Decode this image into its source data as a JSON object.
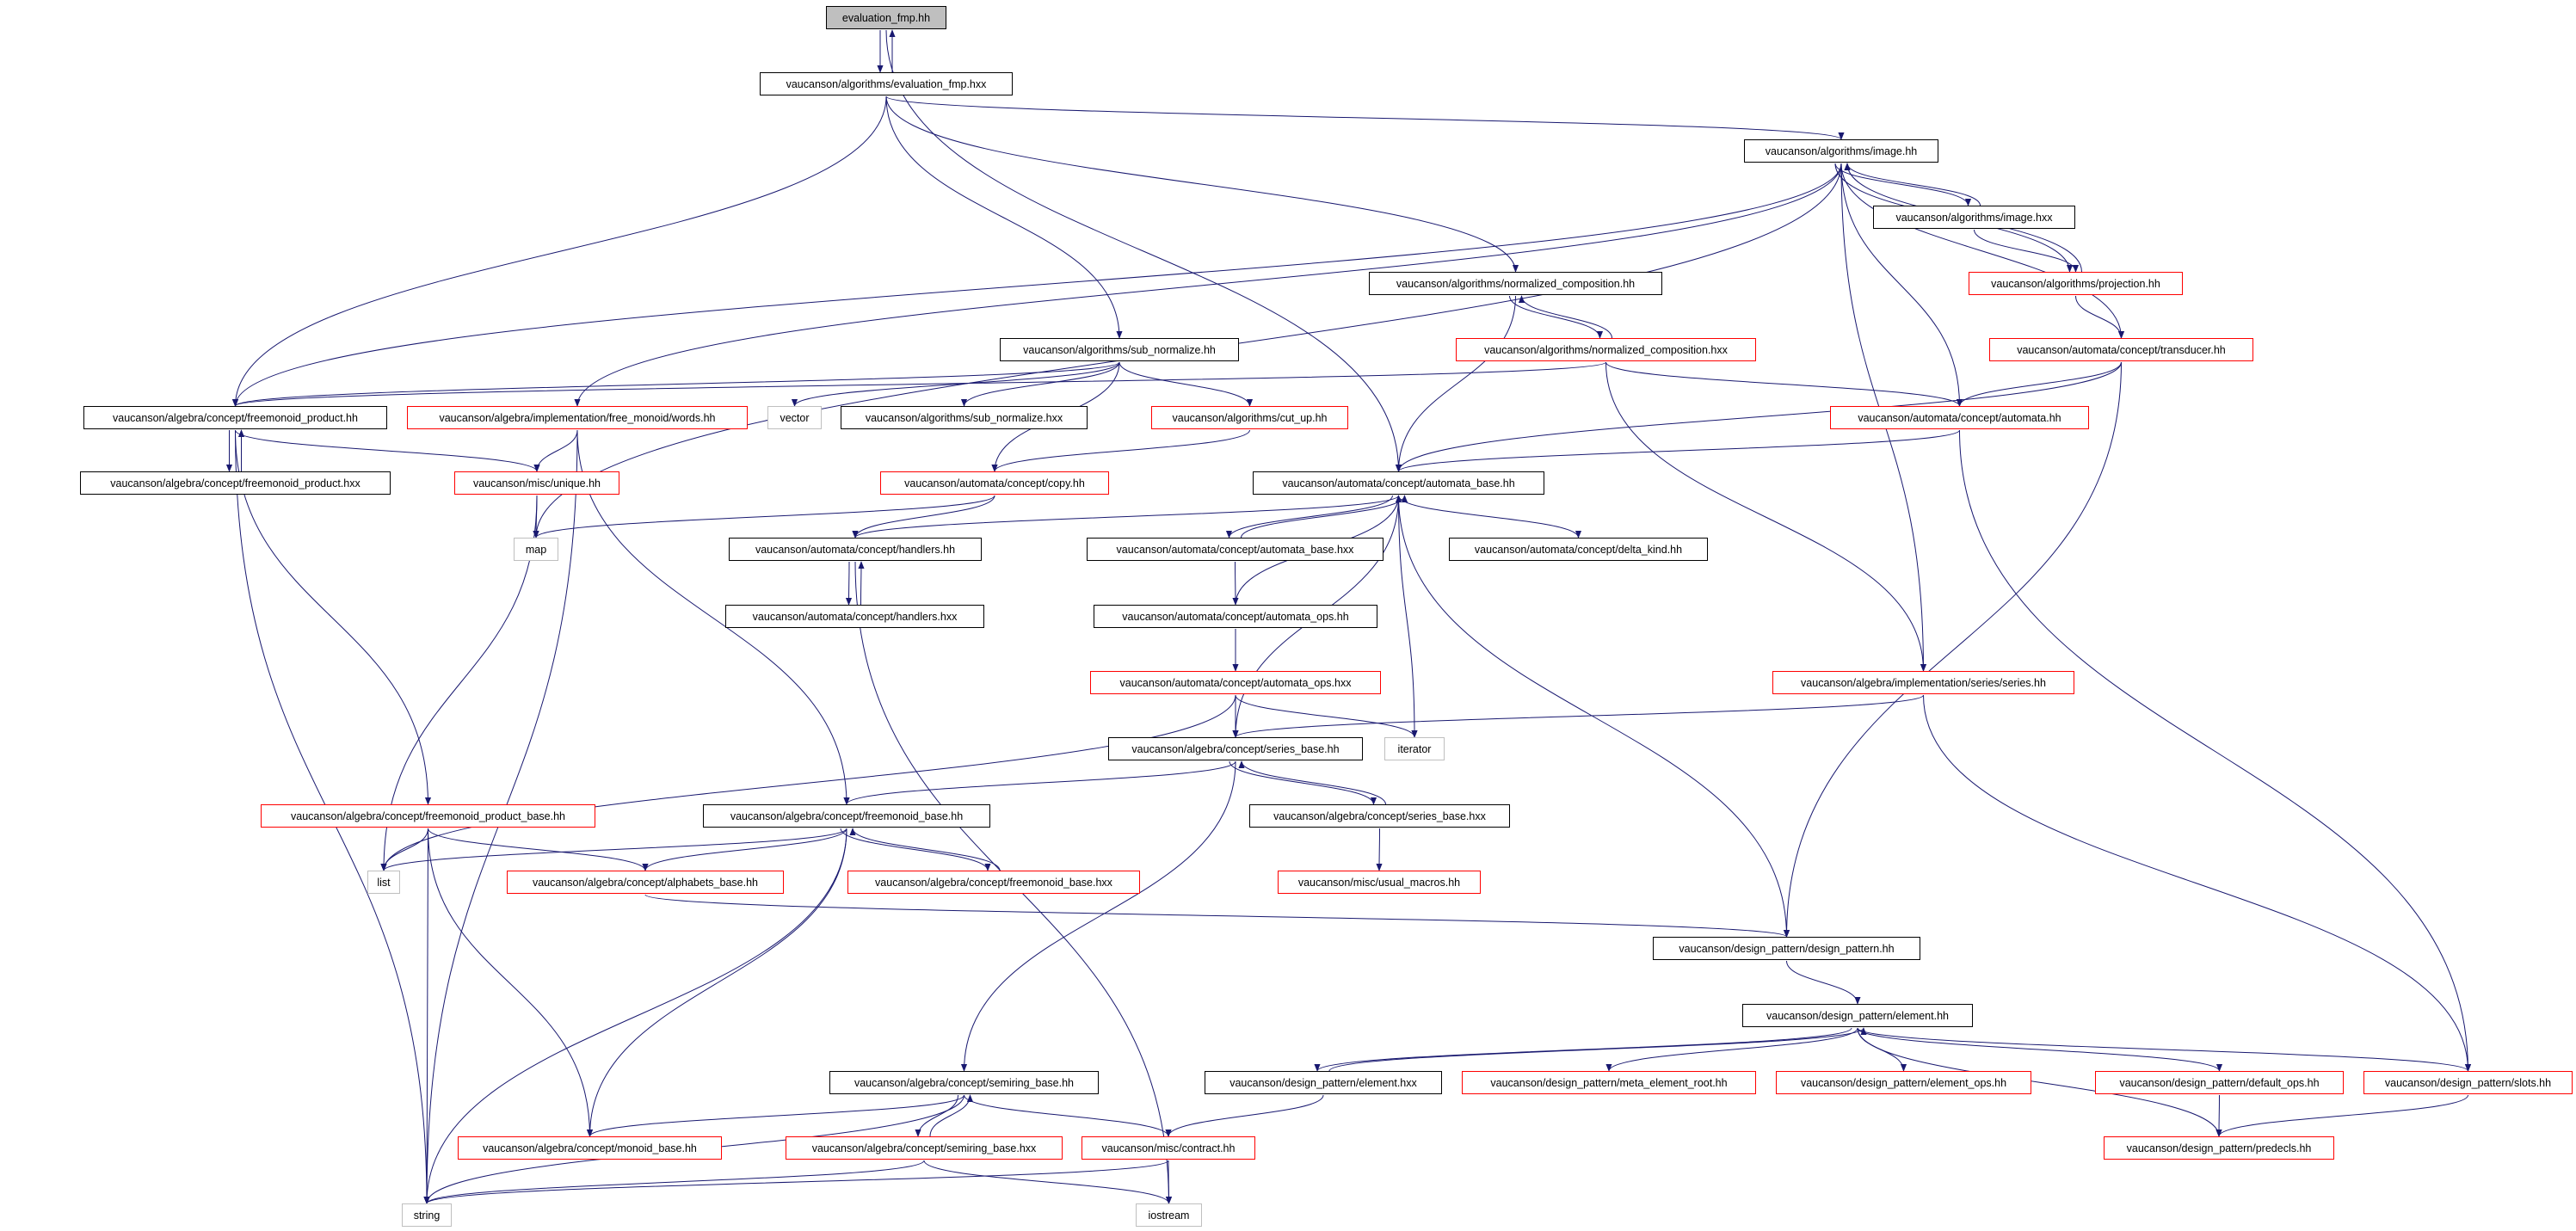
{
  "colors": {
    "edge": "#191970",
    "documented_border": "#000000",
    "undocumented_border": "#ff0000",
    "external_border": "#bfbfbf",
    "root_fill": "#bfbfbf"
  },
  "nodes": [
    {
      "id": "eval_hh",
      "label": "evaluation_fmp.hh",
      "style": "root"
    },
    {
      "id": "eval_hxx",
      "label": "vaucanson/algorithms/evaluation_fmp.hxx",
      "style": "black"
    },
    {
      "id": "image_hh",
      "label": "vaucanson/algorithms/image.hh",
      "style": "black"
    },
    {
      "id": "image_hxx",
      "label": "vaucanson/algorithms/image.hxx",
      "style": "black"
    },
    {
      "id": "normc_hh",
      "label": "vaucanson/algorithms/normalized_composition.hh",
      "style": "black"
    },
    {
      "id": "proj_hh",
      "label": "vaucanson/algorithms/projection.hh",
      "style": "red"
    },
    {
      "id": "subn_hh",
      "label": "vaucanson/algorithms/sub_normalize.hh",
      "style": "black"
    },
    {
      "id": "normc_hxx",
      "label": "vaucanson/algorithms/normalized_composition.hxx",
      "style": "red"
    },
    {
      "id": "transd_hh",
      "label": "vaucanson/automata/concept/transducer.hh",
      "style": "red"
    },
    {
      "id": "fmp_hh",
      "label": "vaucanson/algebra/concept/freemonoid_product.hh",
      "style": "black"
    },
    {
      "id": "words_hh",
      "label": "vaucanson/algebra/implementation/free_monoid/words.hh",
      "style": "red"
    },
    {
      "id": "vector",
      "label": "vector",
      "style": "gray"
    },
    {
      "id": "subn_hxx",
      "label": "vaucanson/algorithms/sub_normalize.hxx",
      "style": "black"
    },
    {
      "id": "cutup_hh",
      "label": "vaucanson/algorithms/cut_up.hh",
      "style": "red"
    },
    {
      "id": "automata_hh",
      "label": "vaucanson/automata/concept/automata.hh",
      "style": "red"
    },
    {
      "id": "fmp_hxx",
      "label": "vaucanson/algebra/concept/freemonoid_product.hxx",
      "style": "black"
    },
    {
      "id": "unique_hh",
      "label": "vaucanson/misc/unique.hh",
      "style": "red"
    },
    {
      "id": "copy_hh",
      "label": "vaucanson/automata/concept/copy.hh",
      "style": "red"
    },
    {
      "id": "ab_hh",
      "label": "vaucanson/automata/concept/automata_base.hh",
      "style": "black"
    },
    {
      "id": "map",
      "label": "map",
      "style": "gray"
    },
    {
      "id": "handlers_hh",
      "label": "vaucanson/automata/concept/handlers.hh",
      "style": "black"
    },
    {
      "id": "ab_hxx",
      "label": "vaucanson/automata/concept/automata_base.hxx",
      "style": "black"
    },
    {
      "id": "delta_hh",
      "label": "vaucanson/automata/concept/delta_kind.hh",
      "style": "black"
    },
    {
      "id": "handlers_hxx",
      "label": "vaucanson/automata/concept/handlers.hxx",
      "style": "black"
    },
    {
      "id": "aops_hh",
      "label": "vaucanson/automata/concept/automata_ops.hh",
      "style": "black"
    },
    {
      "id": "aops_hxx",
      "label": "vaucanson/automata/concept/automata_ops.hxx",
      "style": "red"
    },
    {
      "id": "series_hh",
      "label": "vaucanson/algebra/implementation/series/series.hh",
      "style": "red"
    },
    {
      "id": "sb_hh",
      "label": "vaucanson/algebra/concept/series_base.hh",
      "style": "black"
    },
    {
      "id": "iterator",
      "label": "iterator",
      "style": "gray"
    },
    {
      "id": "fmpb_hh",
      "label": "vaucanson/algebra/concept/freemonoid_product_base.hh",
      "style": "red"
    },
    {
      "id": "fmb_hh",
      "label": "vaucanson/algebra/concept/freemonoid_base.hh",
      "style": "black"
    },
    {
      "id": "sb_hxx",
      "label": "vaucanson/algebra/concept/series_base.hxx",
      "style": "black"
    },
    {
      "id": "list",
      "label": "list",
      "style": "gray"
    },
    {
      "id": "alpha_hh",
      "label": "vaucanson/algebra/concept/alphabets_base.hh",
      "style": "red"
    },
    {
      "id": "fmb_hxx",
      "label": "vaucanson/algebra/concept/freemonoid_base.hxx",
      "style": "red"
    },
    {
      "id": "macros_hh",
      "label": "vaucanson/misc/usual_macros.hh",
      "style": "red"
    },
    {
      "id": "dp_hh",
      "label": "vaucanson/design_pattern/design_pattern.hh",
      "style": "black"
    },
    {
      "id": "elem_hh",
      "label": "vaucanson/design_pattern/element.hh",
      "style": "black"
    },
    {
      "id": "semi_hh",
      "label": "vaucanson/algebra/concept/semiring_base.hh",
      "style": "black"
    },
    {
      "id": "elem_hxx",
      "label": "vaucanson/design_pattern/element.hxx",
      "style": "black"
    },
    {
      "id": "meta_hh",
      "label": "vaucanson/design_pattern/meta_element_root.hh",
      "style": "red"
    },
    {
      "id": "eops_hh",
      "label": "vaucanson/design_pattern/element_ops.hh",
      "style": "red"
    },
    {
      "id": "dops_hh",
      "label": "vaucanson/design_pattern/default_ops.hh",
      "style": "red"
    },
    {
      "id": "slots_hh",
      "label": "vaucanson/design_pattern/slots.hh",
      "style": "red"
    },
    {
      "id": "monoid_hh",
      "label": "vaucanson/algebra/concept/monoid_base.hh",
      "style": "red"
    },
    {
      "id": "semi_hxx",
      "label": "vaucanson/algebra/concept/semiring_base.hxx",
      "style": "red"
    },
    {
      "id": "contract_hh",
      "label": "vaucanson/misc/contract.hh",
      "style": "red"
    },
    {
      "id": "predecls_hh",
      "label": "vaucanson/design_pattern/predecls.hh",
      "style": "red"
    },
    {
      "id": "string",
      "label": "string",
      "style": "gray"
    },
    {
      "id": "iostream",
      "label": "iostream",
      "style": "gray"
    }
  ],
  "edges": [
    [
      "eval_hh",
      "eval_hxx"
    ],
    [
      "eval_hxx",
      "eval_hh"
    ],
    [
      "eval_hh",
      "ab_hh"
    ],
    [
      "eval_hxx",
      "fmp_hh"
    ],
    [
      "eval_hxx",
      "subn_hh"
    ],
    [
      "eval_hxx",
      "normc_hh"
    ],
    [
      "eval_hxx",
      "image_hh"
    ],
    [
      "image_hh",
      "fmp_hh"
    ],
    [
      "image_hh",
      "words_hh"
    ],
    [
      "image_hh",
      "map"
    ],
    [
      "image_hh",
      "image_hxx"
    ],
    [
      "image_hh",
      "automata_hh"
    ],
    [
      "image_hh",
      "series_hh"
    ],
    [
      "image_hh",
      "transd_hh"
    ],
    [
      "image_hh",
      "proj_hh"
    ],
    [
      "image_hxx",
      "image_hh"
    ],
    [
      "image_hxx",
      "proj_hh"
    ],
    [
      "proj_hh",
      "image_hh"
    ],
    [
      "proj_hh",
      "transd_hh"
    ],
    [
      "transd_hh",
      "automata_hh"
    ],
    [
      "transd_hh",
      "ab_hh"
    ],
    [
      "transd_hh",
      "dp_hh"
    ],
    [
      "normc_hh",
      "normc_hxx"
    ],
    [
      "normc_hh",
      "ab_hh"
    ],
    [
      "normc_hxx",
      "normc_hh"
    ],
    [
      "normc_hxx",
      "fmp_hh"
    ],
    [
      "normc_hxx",
      "automata_hh"
    ],
    [
      "normc_hxx",
      "series_hh"
    ],
    [
      "subn_hh",
      "fmp_hh"
    ],
    [
      "subn_hh",
      "vector"
    ],
    [
      "subn_hh",
      "subn_hxx"
    ],
    [
      "subn_hh",
      "cutup_hh"
    ],
    [
      "subn_hh",
      "copy_hh"
    ],
    [
      "cutup_hh",
      "copy_hh"
    ],
    [
      "fmp_hh",
      "fmp_hxx"
    ],
    [
      "fmp_hh",
      "unique_hh"
    ],
    [
      "fmp_hh",
      "string"
    ],
    [
      "fmp_hh",
      "fmpb_hh"
    ],
    [
      "fmp_hxx",
      "fmp_hh"
    ],
    [
      "words_hh",
      "unique_hh"
    ],
    [
      "words_hh",
      "string"
    ],
    [
      "words_hh",
      "fmb_hh"
    ],
    [
      "unique_hh",
      "map"
    ],
    [
      "unique_hh",
      "list"
    ],
    [
      "copy_hh",
      "map"
    ],
    [
      "copy_hh",
      "handlers_hh"
    ],
    [
      "automata_hh",
      "ab_hh"
    ],
    [
      "automata_hh",
      "slots_hh"
    ],
    [
      "ab_hh",
      "handlers_hh"
    ],
    [
      "ab_hh",
      "ab_hxx"
    ],
    [
      "ab_hh",
      "delta_hh"
    ],
    [
      "ab_hh",
      "iterator"
    ],
    [
      "ab_hh",
      "dp_hh"
    ],
    [
      "ab_hh",
      "sb_hh"
    ],
    [
      "ab_hxx",
      "ab_hh"
    ],
    [
      "ab_hxx",
      "aops_hh"
    ],
    [
      "aops_hh",
      "ab_hh"
    ],
    [
      "aops_hh",
      "aops_hxx"
    ],
    [
      "aops_hxx",
      "sb_hh"
    ],
    [
      "aops_hxx",
      "iterator"
    ],
    [
      "aops_hxx",
      "list"
    ],
    [
      "handlers_hh",
      "handlers_hxx"
    ],
    [
      "handlers_hh",
      "iostream"
    ],
    [
      "handlers_hxx",
      "handlers_hh"
    ],
    [
      "series_hh",
      "sb_hh"
    ],
    [
      "series_hh",
      "slots_hh"
    ],
    [
      "sb_hh",
      "fmb_hh"
    ],
    [
      "sb_hh",
      "sb_hxx"
    ],
    [
      "sb_hh",
      "semi_hh"
    ],
    [
      "sb_hxx",
      "sb_hh"
    ],
    [
      "sb_hxx",
      "macros_hh"
    ],
    [
      "fmpb_hh",
      "list"
    ],
    [
      "fmpb_hh",
      "alpha_hh"
    ],
    [
      "fmpb_hh",
      "string"
    ],
    [
      "fmpb_hh",
      "monoid_hh"
    ],
    [
      "fmb_hh",
      "list"
    ],
    [
      "fmb_hh",
      "alpha_hh"
    ],
    [
      "fmb_hh",
      "fmb_hxx"
    ],
    [
      "fmb_hh",
      "monoid_hh"
    ],
    [
      "fmb_hh",
      "string"
    ],
    [
      "fmb_hxx",
      "fmb_hh"
    ],
    [
      "alpha_hh",
      "dp_hh"
    ],
    [
      "dp_hh",
      "elem_hh"
    ],
    [
      "elem_hh",
      "elem_hxx"
    ],
    [
      "elem_hh",
      "meta_hh"
    ],
    [
      "elem_hh",
      "eops_hh"
    ],
    [
      "elem_hh",
      "dops_hh"
    ],
    [
      "elem_hh",
      "slots_hh"
    ],
    [
      "elem_hh",
      "predecls_hh"
    ],
    [
      "elem_hxx",
      "elem_hh"
    ],
    [
      "elem_hxx",
      "contract_hh"
    ],
    [
      "dops_hh",
      "predecls_hh"
    ],
    [
      "slots_hh",
      "predecls_hh"
    ],
    [
      "semi_hh",
      "monoid_hh"
    ],
    [
      "semi_hh",
      "semi_hxx"
    ],
    [
      "semi_hh",
      "contract_hh"
    ],
    [
      "semi_hh",
      "string"
    ],
    [
      "semi_hxx",
      "semi_hh"
    ],
    [
      "semi_hxx",
      "string"
    ],
    [
      "semi_hxx",
      "iostream"
    ],
    [
      "contract_hh",
      "iostream"
    ],
    [
      "contract_hh",
      "string"
    ]
  ]
}
